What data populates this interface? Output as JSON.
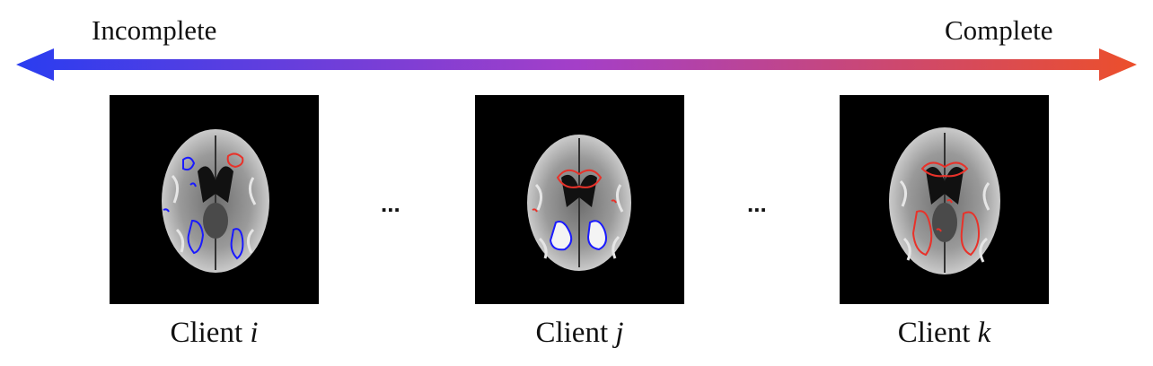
{
  "scale": {
    "left_label": "Incomplete",
    "right_label": "Complete",
    "left_color": "#2a3df0",
    "right_color": "#ec4f2b"
  },
  "separator": "...",
  "clients": [
    {
      "name": "Client",
      "var": "i",
      "label_color": "#1a1aff",
      "lesion_color": "#e8322a"
    },
    {
      "name": "Client",
      "var": "j",
      "label_color": "#1a1aff",
      "lesion_color": "#e8322a"
    },
    {
      "name": "Client",
      "var": "k",
      "label_color": "#e8322a",
      "lesion_color": "#e8322a"
    }
  ]
}
